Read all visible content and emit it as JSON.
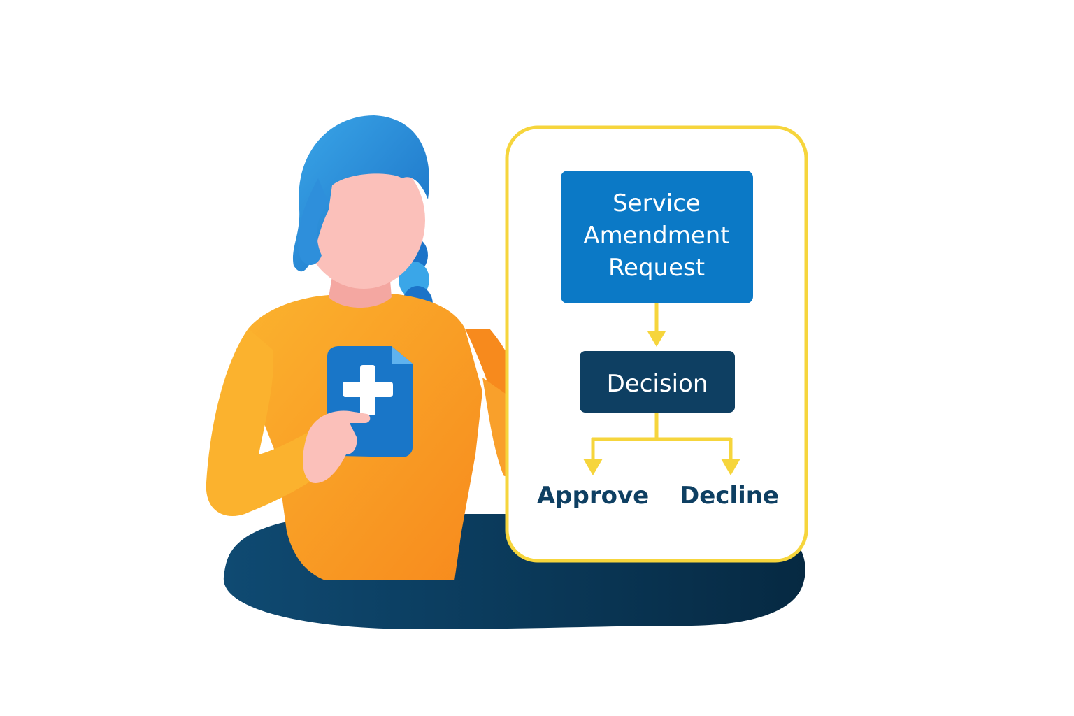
{
  "flowchart": {
    "request_box": {
      "lines": [
        "Service",
        "Amendment",
        "Request"
      ]
    },
    "decision_box": {
      "label": "Decision"
    },
    "outcomes": {
      "approve": "Approve",
      "decline": "Decline"
    }
  },
  "colors": {
    "panel_border": "#F6D53C",
    "arrow": "#F6D53C",
    "request_fill": "#0B79C6",
    "decision_fill": "#0E3F62",
    "outcome_text": "#0E3F62",
    "box_text": "#FFFFFF",
    "sweater": "#F9A02B",
    "hair": "#2E8FDB",
    "skin": "#FBC0BA",
    "ground": "#0D3F62",
    "folder": "#1976C8"
  },
  "icons": {
    "folder": "medical-folder-plus-icon"
  }
}
